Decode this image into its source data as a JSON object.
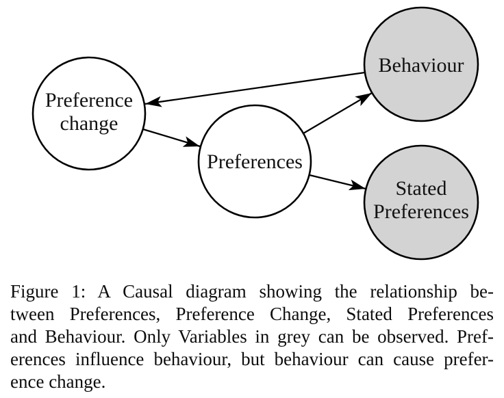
{
  "figure": {
    "type": "causal-diagram",
    "colors": {
      "observed_fill": "#d3d3d3",
      "unobserved_fill": "#ffffff",
      "stroke": "#000000"
    },
    "nodes": [
      {
        "id": "preference-change",
        "label": "Preference change",
        "lines": [
          "Preference",
          "change"
        ],
        "observed": false
      },
      {
        "id": "preferences",
        "label": "Preferences",
        "lines": [
          "Preferences"
        ],
        "observed": false
      },
      {
        "id": "behaviour",
        "label": "Behaviour",
        "lines": [
          "Behaviour"
        ],
        "observed": true
      },
      {
        "id": "stated-preferences",
        "label": "Stated Preferences",
        "lines": [
          "Stated",
          "Preferences"
        ],
        "observed": true
      }
    ],
    "edges": [
      {
        "from": "behaviour",
        "to": "preference-change"
      },
      {
        "from": "preference-change",
        "to": "preferences"
      },
      {
        "from": "preferences",
        "to": "behaviour"
      },
      {
        "from": "preferences",
        "to": "stated-preferences"
      }
    ]
  },
  "caption": {
    "lines": [
      "Figure 1: A Causal diagram showing the relationship be-",
      "tween Preferences, Preference Change, Stated Preferences",
      "and Behaviour. Only Variables in grey can be observed. Pref-",
      "erences influence behaviour, but behaviour can cause prefer-",
      "ence change."
    ]
  }
}
